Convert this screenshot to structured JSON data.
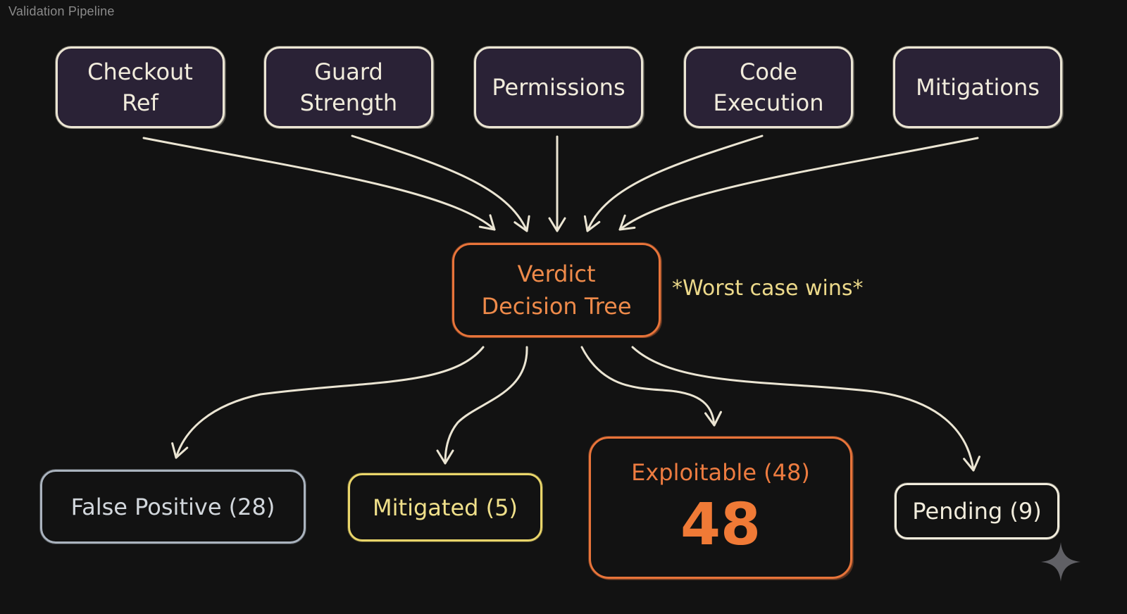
{
  "header": {
    "title": "Validation Pipeline"
  },
  "inputs": [
    {
      "id": "checkout-ref",
      "label": "Checkout\nRef"
    },
    {
      "id": "guard-strength",
      "label": "Guard\nStrength"
    },
    {
      "id": "permissions",
      "label": "Permissions"
    },
    {
      "id": "code-execution",
      "label": "Code\nExecution"
    },
    {
      "id": "mitigations",
      "label": "Mitigations"
    }
  ],
  "verdict": {
    "label": "Verdict\nDecision Tree",
    "note": "*Worst case wins*"
  },
  "outcomes": {
    "false_positive": {
      "label": "False Positive (28)",
      "count": 28
    },
    "mitigated": {
      "label": "Mitigated (5)",
      "count": 5
    },
    "exploitable": {
      "label": "Exploitable (48)",
      "count": 48,
      "big_number": "48"
    },
    "pending": {
      "label": "Pending (9)",
      "count": 9
    }
  },
  "colors": {
    "background": "#121212",
    "stroke": "#ebe5d3",
    "input_fill": "#2a2236",
    "verdict": "#e8743a",
    "note": "#ecd98a",
    "false_positive": "#aab3be",
    "mitigated": "#e9d56a",
    "exploitable": "#e8743a",
    "pending": "#f1ecdc"
  },
  "icons": {
    "corner": "sparkle-icon"
  }
}
